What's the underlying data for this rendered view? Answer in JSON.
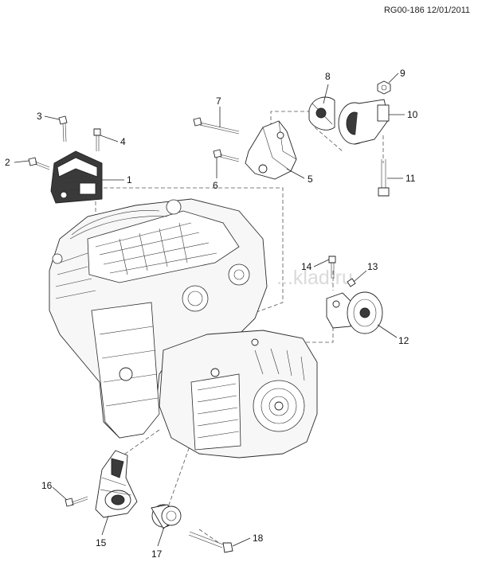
{
  "reference": "RG00-186 12/01/2011",
  "watermark": "...klad.ru",
  "callouts": [
    {
      "id": "c1",
      "label": "1",
      "part": "engine-mount-bracket"
    },
    {
      "id": "c2",
      "label": "2",
      "part": "bolt"
    },
    {
      "id": "c3",
      "label": "3",
      "part": "bolt"
    },
    {
      "id": "c4",
      "label": "4",
      "part": "bolt"
    },
    {
      "id": "c5",
      "label": "5",
      "part": "mount-bracket"
    },
    {
      "id": "c6",
      "label": "6",
      "part": "bolt"
    },
    {
      "id": "c7",
      "label": "7",
      "part": "bolt"
    },
    {
      "id": "c8",
      "label": "8",
      "part": "shield"
    },
    {
      "id": "c9",
      "label": "9",
      "part": "nut"
    },
    {
      "id": "c10",
      "label": "10",
      "part": "mount-bushing"
    },
    {
      "id": "c11",
      "label": "11",
      "part": "bolt"
    },
    {
      "id": "c12",
      "label": "12",
      "part": "transmission-mount"
    },
    {
      "id": "c13",
      "label": "13",
      "part": "bolt"
    },
    {
      "id": "c14",
      "label": "14",
      "part": "bolt"
    },
    {
      "id": "c15",
      "label": "15",
      "part": "rear-mount-bracket"
    },
    {
      "id": "c16",
      "label": "16",
      "part": "bolt"
    },
    {
      "id": "c17",
      "label": "17",
      "part": "bushing"
    },
    {
      "id": "c18",
      "label": "18",
      "part": "bolt"
    }
  ]
}
